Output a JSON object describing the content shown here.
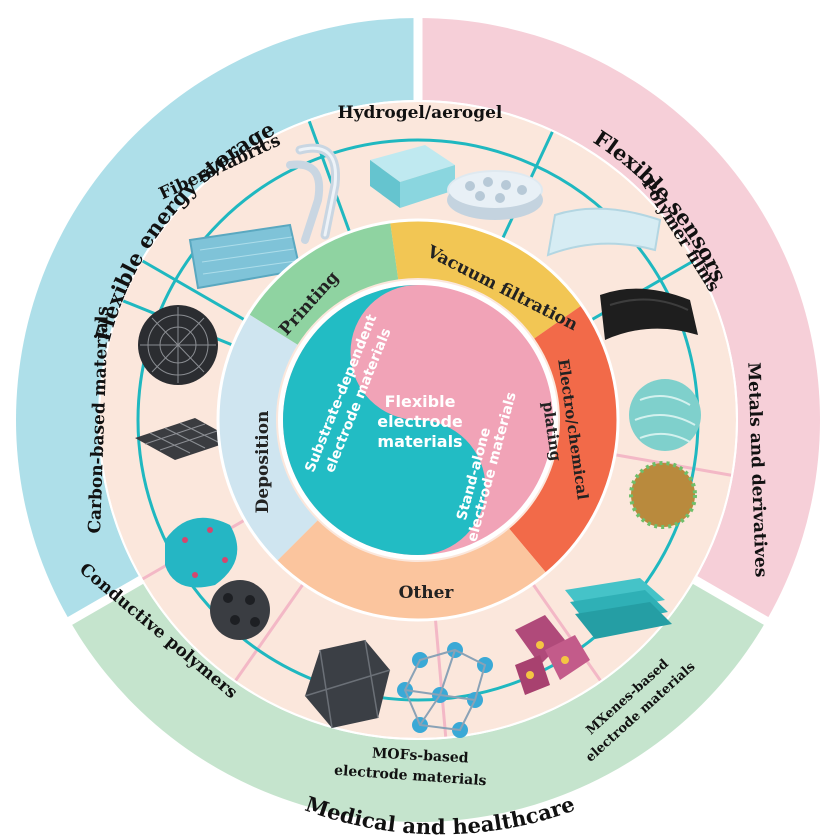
{
  "colors": {
    "outer_blue": "#aedfe9",
    "outer_pink": "#f6cfd8",
    "outer_green": "#c5e4cd",
    "segment_bg": "#fbe7dc",
    "separator": "#1fb8c0",
    "printing": "#8fd3a1",
    "vacuum": "#f2c654",
    "electro": "#f26a49",
    "other": "#fbc59e",
    "deposition": "#cfe5f0",
    "yin_teal": "#22bcc4",
    "yin_pink": "#f1a3b7",
    "label_bg": "#e3f4fa"
  },
  "outer_ring": {
    "energy_storage": "Flexible energy storage",
    "sensors": "Flexible sensors",
    "medical": "Medical and healthcare"
  },
  "materials": {
    "hydrogel": "Hydrogel/aerogel",
    "polymer_films": "Polymer films",
    "metals": "Metals and derivatives",
    "mxenes_line1": "MXenes-based",
    "mxenes_line2": "electrode materials",
    "mofs_line1": "MOFs-based",
    "mofs_line2": "electrode materials",
    "conductive_polymers": "Conductive polymers",
    "carbon": "Carbon-based materials",
    "fibers": "Fibers/fabrics"
  },
  "methods": {
    "printing": "Printing",
    "vacuum_filtration": "Vacuum filtration",
    "electro_line1": "Electro/chemical",
    "electro_line2": "plating",
    "other": "Other",
    "deposition": "Deposition"
  },
  "center": {
    "line1": "Flexible",
    "line2": "electrode",
    "line3": "materials",
    "substrate_line1": "Substrate-dependent",
    "substrate_line2": "electrode materials",
    "standalone_line1": "Stand-alone",
    "standalone_line2": "electrode materials"
  },
  "icons": [
    "fabric-icon",
    "fiber-tube-icon",
    "hydrogel-block-icon",
    "aerogel-block-icon",
    "polymer-film-icon",
    "dark-film-icon",
    "flower-sphere-icon",
    "coated-sphere-icon",
    "mxene-sheets-icon",
    "octahedra-crystal-icon",
    "mof-framework-icon",
    "mof-polyhedron-icon",
    "spiky-sphere-icon",
    "polymer-blob-icon",
    "graphene-mesh-icon",
    "fullerene-icon",
    "flat-mesh-icon"
  ]
}
